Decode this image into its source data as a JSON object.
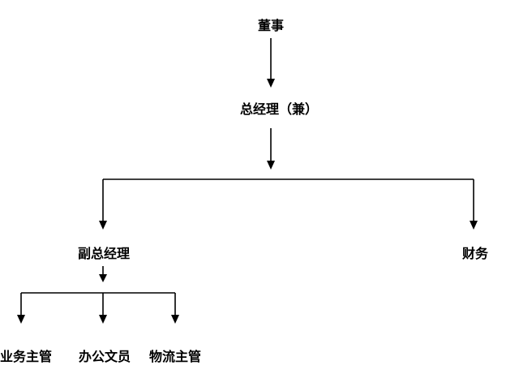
{
  "diagram": {
    "type": "org-chart",
    "nodes": {
      "chairman": "董事",
      "general_manager": "总经理（兼）",
      "deputy_general_manager": "副总经理",
      "finance": "财务",
      "business_supervisor": "业务主管",
      "office_clerk": "办公文员",
      "logistics_supervisor": "物流主管"
    },
    "edges": [
      {
        "from": "chairman",
        "to": "general_manager"
      },
      {
        "from": "general_manager",
        "to": "deputy_general_manager"
      },
      {
        "from": "general_manager",
        "to": "finance"
      },
      {
        "from": "deputy_general_manager",
        "to": "business_supervisor"
      },
      {
        "from": "deputy_general_manager",
        "to": "office_clerk"
      },
      {
        "from": "deputy_general_manager",
        "to": "logistics_supervisor"
      }
    ],
    "colors": {
      "line": "#000000",
      "text": "#000000",
      "background": "#ffffff"
    }
  }
}
